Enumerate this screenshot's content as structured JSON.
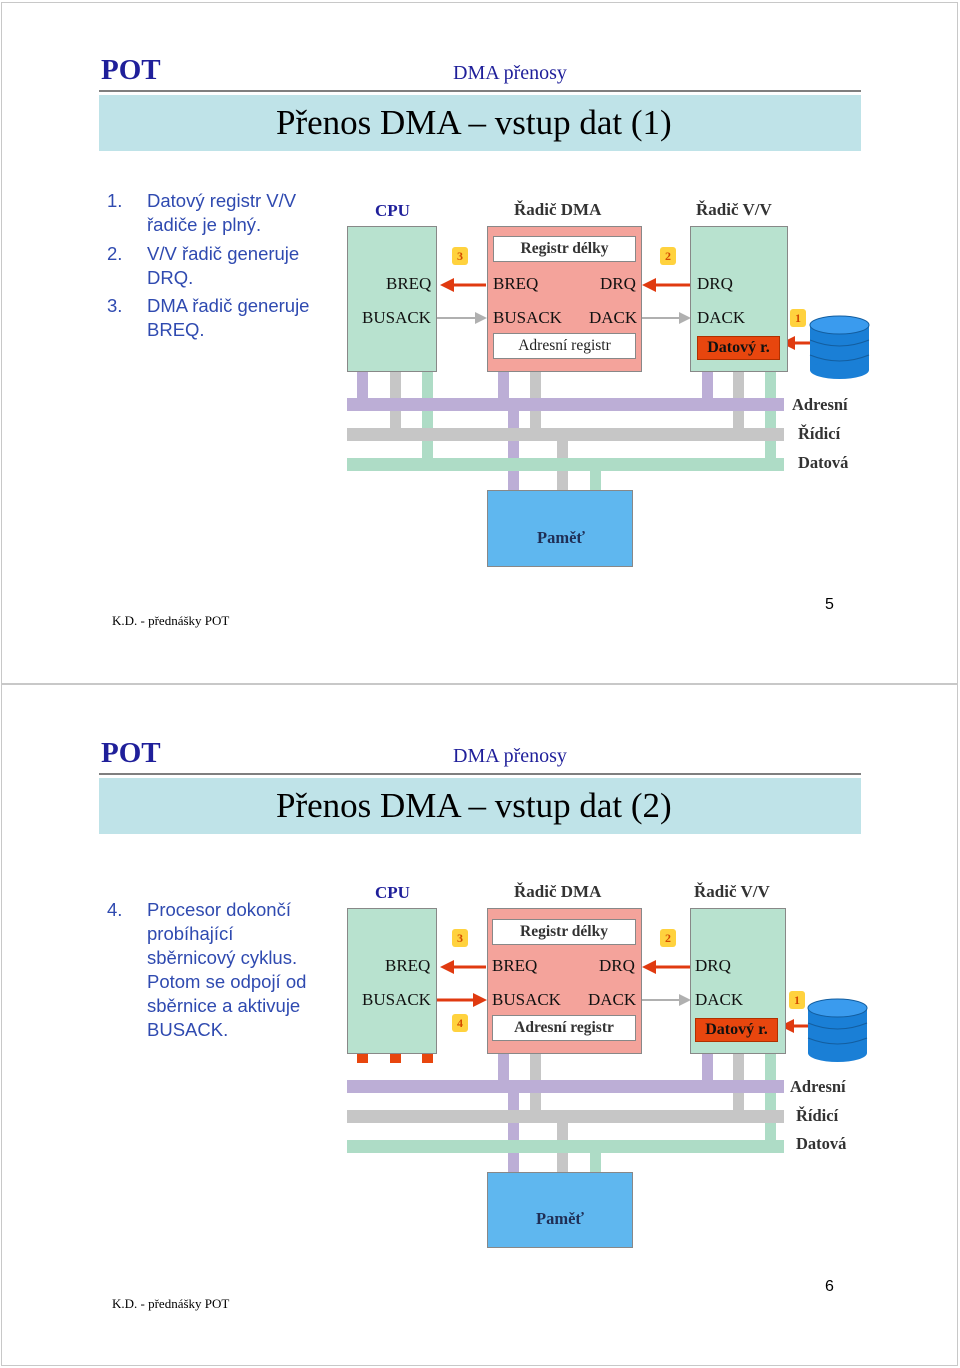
{
  "slides": [
    {
      "header": {
        "course": "POT",
        "subject": "DMA přenosy"
      },
      "title": "Přenos DMA – vstup dat (1)",
      "bullets": [
        {
          "num": "1.",
          "lines": [
            "Datový registr V/V",
            "řadiče je plný."
          ]
        },
        {
          "num": "2.",
          "lines": [
            "V/V řadič generuje",
            "DRQ."
          ]
        },
        {
          "num": "3.",
          "lines": [
            "DMA řadič generuje",
            "BREQ."
          ]
        }
      ],
      "diagram": {
        "cpu_header": "CPU",
        "dma_header": "Řadič DMA",
        "io_header": "Řadič V/V",
        "cpu_signals": [
          "BREQ",
          "BUSACK"
        ],
        "dma_length_reg": "Registr délky",
        "dma_signals_left": [
          "BREQ",
          "BUSACK"
        ],
        "dma_signals_right": [
          "DRQ",
          "DACK"
        ],
        "dma_address_reg": "Adresní registr",
        "io_signals": [
          "DRQ",
          "DACK"
        ],
        "io_data_reg": "Datový r.",
        "steps": [
          "3",
          "2",
          "1"
        ],
        "buses": [
          "Adresní",
          "Řídicí",
          "Datová"
        ],
        "memory": "Paměť"
      },
      "footer": "K.D. - přednášky POT",
      "page": "5"
    },
    {
      "header": {
        "course": "POT",
        "subject": "DMA přenosy"
      },
      "title": "Přenos DMA – vstup dat (2)",
      "bullets": [
        {
          "num": "4.",
          "lines": [
            "Procesor dokončí",
            "probíhající",
            "sběrnicový cyklus.",
            "Potom se odpojí od",
            "sběrnice a aktivuje",
            "BUSACK."
          ]
        }
      ],
      "diagram": {
        "cpu_header": "CPU",
        "dma_header": "Řadič DMA",
        "io_header": "Řadič V/V",
        "cpu_signals": [
          "BREQ",
          "BUSACK"
        ],
        "dma_length_reg": "Registr délky",
        "dma_signals_left": [
          "BREQ",
          "BUSACK"
        ],
        "dma_signals_right": [
          "DRQ",
          "DACK"
        ],
        "dma_address_reg": "Adresní registr",
        "io_signals": [
          "DRQ",
          "DACK"
        ],
        "io_data_reg": "Datový r.",
        "steps": [
          "3",
          "2",
          "1",
          "4"
        ],
        "buses": [
          "Adresní",
          "Řídicí",
          "Datová"
        ],
        "memory": "Paměť"
      },
      "footer": "K.D. - přednášky POT",
      "page": "6"
    }
  ],
  "colors": {
    "title_bar": "#bfe3e8",
    "header_blue": "#1f1f9a",
    "cpu_box": "#b8e2cf",
    "dma_box": "#f4a39b",
    "memory_box": "#5fb7ef",
    "address_bus": "#bcaed6",
    "control_bus": "#c6c6c6",
    "data_bus": "#aedcc6",
    "arrow_red": "#e03a10",
    "step_badge": "#ffd23e",
    "disk": "#1a7fd6"
  }
}
